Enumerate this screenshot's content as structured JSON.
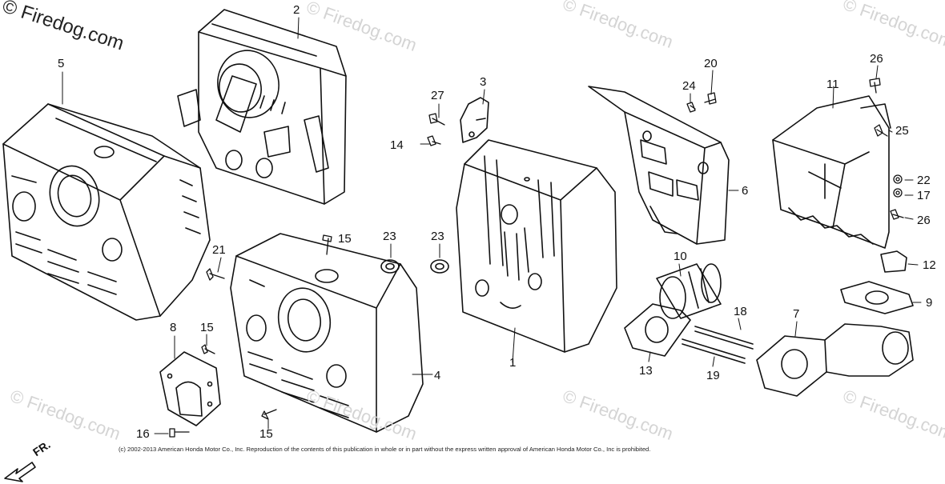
{
  "watermarks": {
    "main": "© Firedog.com",
    "faint": "© Firedog.com"
  },
  "callouts": {
    "c1": "1",
    "c2": "2",
    "c3": "3",
    "c4": "4",
    "c5": "5",
    "c6": "6",
    "c7": "7",
    "c8": "8",
    "c9": "9",
    "c10": "10",
    "c11": "11",
    "c12": "12",
    "c13": "13",
    "c14": "14",
    "c15a": "15",
    "c15b": "15",
    "c15c": "15",
    "c16": "16",
    "c17": "17",
    "c18": "18",
    "c19": "19",
    "c20": "20",
    "c21": "21",
    "c22": "22",
    "c23a": "23",
    "c23b": "23",
    "c24": "24",
    "c25": "25",
    "c26a": "26",
    "c26b": "26",
    "c27": "27"
  },
  "direction_marker": "FR.",
  "copyright": "(c) 2002-2013 American Honda Motor Co., Inc. Reproduction of the contents of this publication in whole or in part without the express written approval of American Honda Motor Co., Inc is prohibited.",
  "colors": {
    "line": "#111111",
    "watermark": "#d4d4d4"
  }
}
